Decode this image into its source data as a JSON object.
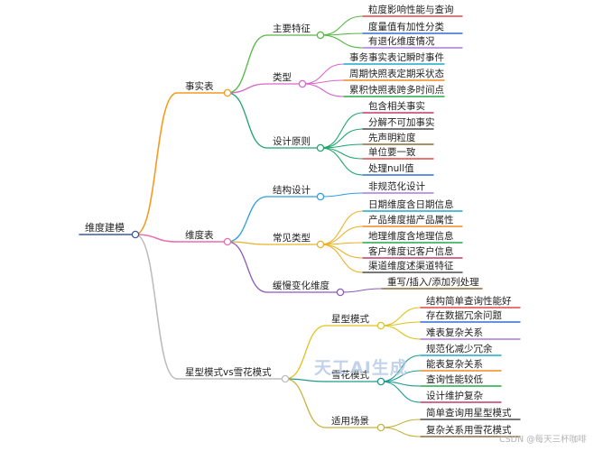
{
  "root": {
    "label": "维度建模",
    "children": [
      {
        "label": "事实表",
        "children": [
          {
            "label": "主要特征",
            "children": [
              {
                "label": "粒度影响性能与查询"
              },
              {
                "label": "度量值有加性分类"
              },
              {
                "label": "有退化维度情况"
              }
            ]
          },
          {
            "label": "类型",
            "children": [
              {
                "label": "事务事实表记瞬时事件"
              },
              {
                "label": "周期快照表定期采状态"
              },
              {
                "label": "累积快照表跨多时间点"
              }
            ]
          },
          {
            "label": "设计原则",
            "children": [
              {
                "label": "包含相关事实"
              },
              {
                "label": "分解不可加事实"
              },
              {
                "label": "先声明粒度"
              },
              {
                "label": "单位要一致"
              },
              {
                "label": "处理null值"
              }
            ]
          }
        ]
      },
      {
        "label": "维度表",
        "children": [
          {
            "label": "结构设计",
            "children": [
              {
                "label": "非规范化设计"
              }
            ]
          },
          {
            "label": "常见类型",
            "children": [
              {
                "label": "日期维度含日期信息"
              },
              {
                "label": "产品维度描产品属性"
              },
              {
                "label": "地理维度含地理信息"
              },
              {
                "label": "客户维度记客户信息"
              },
              {
                "label": "渠道维度述渠道特征"
              }
            ]
          },
          {
            "label": "缓慢变化维度",
            "children": [
              {
                "label": "重写/插入/添加列处理"
              }
            ]
          }
        ]
      },
      {
        "label": "星型模式vs雪花模式",
        "children": [
          {
            "label": "星型模式",
            "children": [
              {
                "label": "结构简单查询性能好"
              },
              {
                "label": "存在数据冗余问题"
              },
              {
                "label": "难表复杂关系"
              }
            ]
          },
          {
            "label": "雪花模式",
            "children": [
              {
                "label": "规范化减少冗余"
              },
              {
                "label": "能表复杂关系"
              },
              {
                "label": "查询性能较低"
              },
              {
                "label": "设计维护复杂"
              }
            ]
          },
          {
            "label": "适用场景",
            "children": [
              {
                "label": "简单查询用星型模式"
              },
              {
                "label": "复杂关系用雪花模式"
              }
            ]
          }
        ]
      }
    ]
  },
  "watermark": "天工AI生成",
  "credit": "CSDN @每天三杯咖啡",
  "colors": {
    "root": "#3d5a9e",
    "branch_fact": "#f59a23",
    "branch_dim": "#e96fb0",
    "branch_schema": "#bdbdbd",
    "fact_features": "#57b846",
    "fact_types": "#d867c8",
    "fact_principles": "#1fa56f",
    "dim_structure": "#2e9fe0",
    "dim_types": "#e9b22a",
    "dim_scd": "#8e5ab8",
    "schema_star": "#e0c21d",
    "schema_snow": "#1f9b8e",
    "schema_scenes": "#c9b23f",
    "leaf_palette": [
      "#e64545",
      "#2f6fd8",
      "#a97ad8",
      "#1aa9c9",
      "#ef8b20",
      "#24a84a",
      "#c23b6b",
      "#4a4a4a",
      "#8b6a3a"
    ]
  }
}
